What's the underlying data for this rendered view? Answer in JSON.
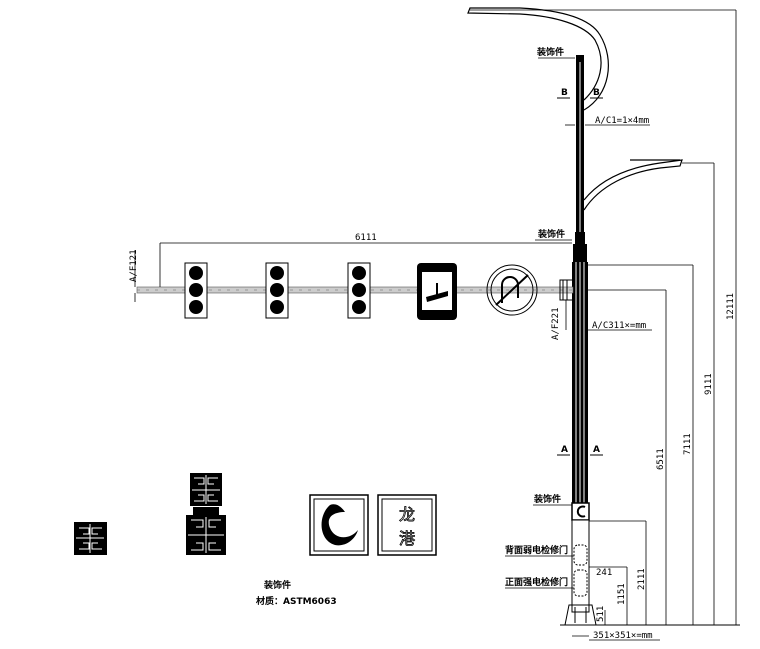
{
  "labels": {
    "decor_top": "装饰件",
    "decor_mid": "装饰件",
    "decor_base": "装饰件",
    "section_b_left": "B",
    "section_b_right": "B",
    "section_a_left": "A",
    "section_a_right": "A",
    "rear_door": "背面弱电检修门",
    "front_door": "正面强电检修门",
    "decor_caption": "装饰件",
    "material": "材质：ASTM6063",
    "sign_text": "龙港"
  },
  "dimensions": {
    "upper_pole": "A/C1=1×4mm",
    "lower_pole": "A/C311×=mm",
    "arm_length": "6111",
    "arm_height_left": "A/F121",
    "arm_height_right": "A/F221",
    "total_height": "12111",
    "lamp2_height": "9111",
    "h_7000": "7111",
    "h_6500": "6511",
    "h_2000": "2111",
    "h_1150": "1151",
    "h_500": "511",
    "h_240": "241",
    "base": "351×351×=mm"
  },
  "colors": {
    "line": "#000000",
    "bg": "#ffffff"
  }
}
